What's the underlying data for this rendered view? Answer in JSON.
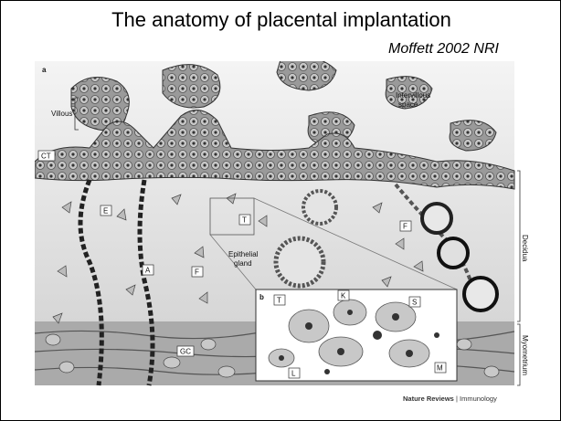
{
  "slide": {
    "title": "The anatomy of placental implantation",
    "citation": "Moffett 2002  NRI"
  },
  "figure": {
    "panel_a": "a",
    "panel_b": "b",
    "labels": {
      "villous": "Villous",
      "intervillous": "Intervillous",
      "intervillous_2": "space",
      "ct": "CT",
      "e": "E",
      "a": "A",
      "f": "F",
      "t": "T",
      "epithelial": "Epithelial",
      "epithelial_2": "gland",
      "gc": "GC",
      "decidua": "Decidua",
      "myometrium": "Myometrium",
      "k": "K",
      "s": "S",
      "l": "L",
      "m": "M"
    },
    "credit_journal": "Nature Reviews",
    "credit_section": "Immunology"
  }
}
